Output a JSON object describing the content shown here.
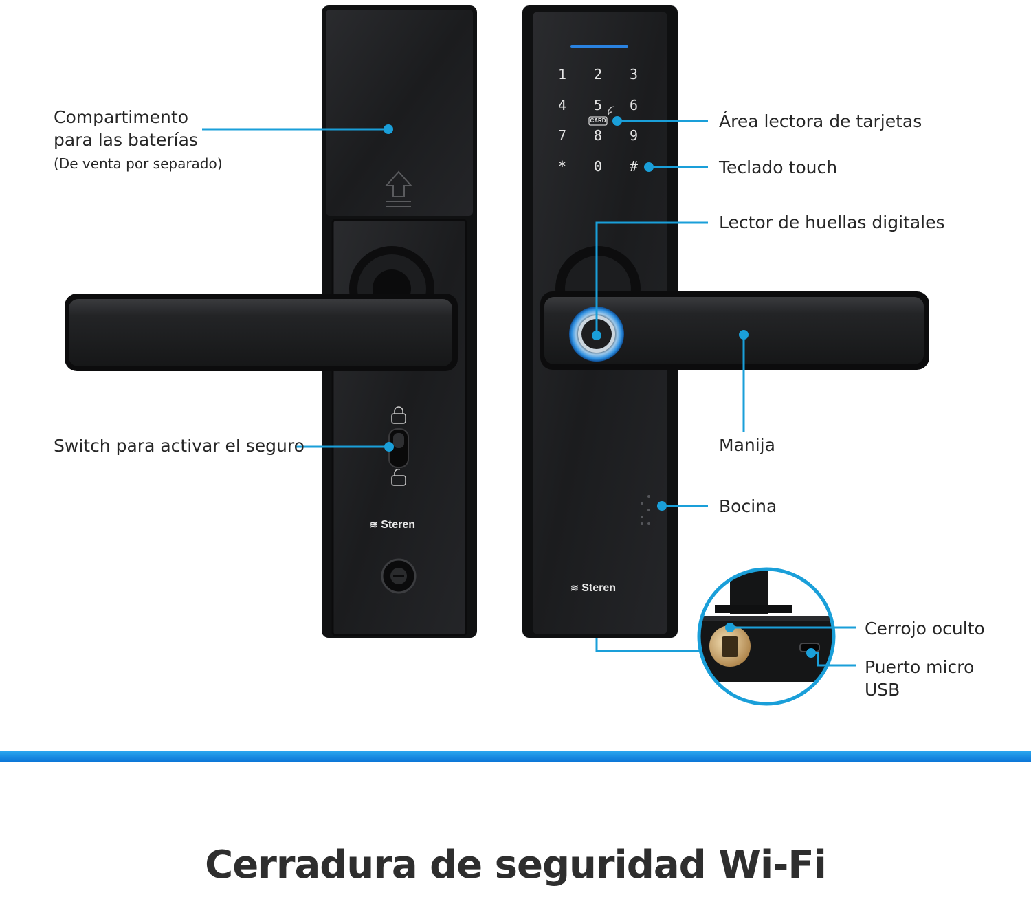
{
  "colors": {
    "accent": "#1a9fd9",
    "lock_body": "#1c1d1f",
    "band": "#0c7ad9"
  },
  "labels": {
    "battery_line1": "Compartimento",
    "battery_line2": "para las baterías",
    "battery_note": "(De venta por separado)",
    "switch": "Switch para activar el seguro",
    "card_reader": "Área lectora de tarjetas",
    "keypad": "Teclado touch",
    "fingerprint": "Lector de huellas digitales",
    "handle": "Manija",
    "speaker": "Bocina",
    "hidden_bolt": "Cerrojo oculto",
    "usb_line1": "Puerto micro",
    "usb_line2": "USB"
  },
  "keypad": [
    "1",
    "2",
    "3",
    "4",
    "5",
    "6",
    "7",
    "8",
    "9",
    "*",
    "0",
    "#"
  ],
  "card_tag": "CARD",
  "brand": "Steren",
  "title": "Cerradura de seguridad Wi-Fi"
}
